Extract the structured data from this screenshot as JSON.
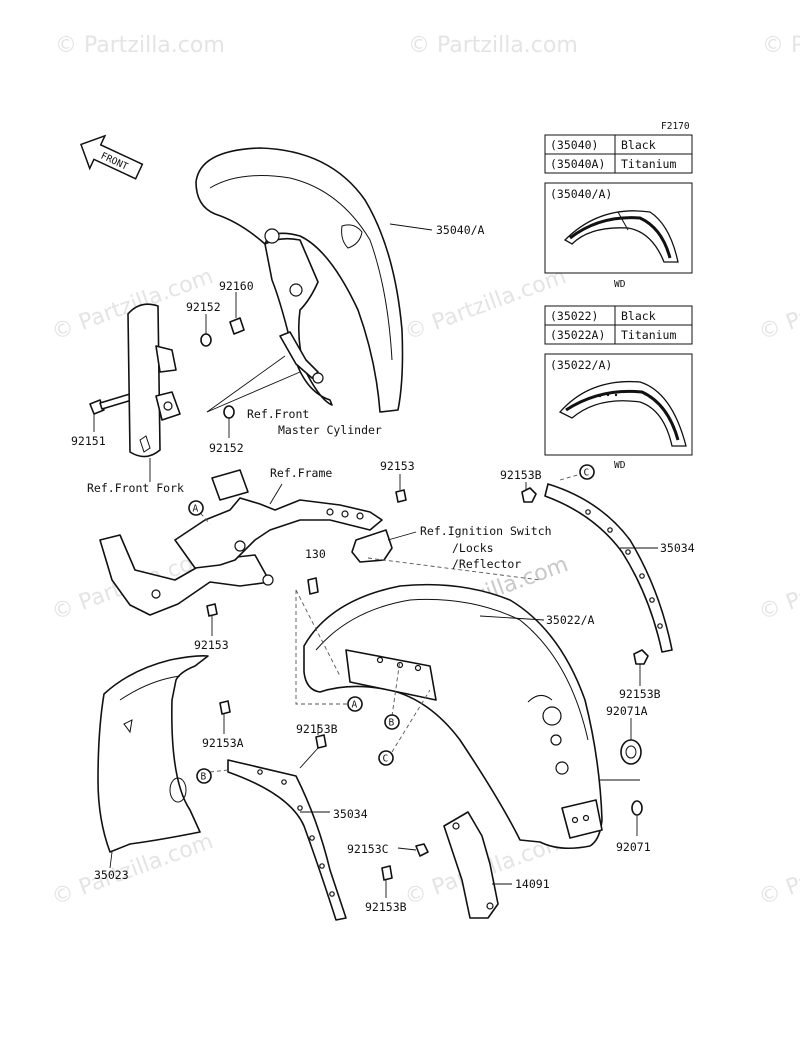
{
  "watermark": "© Partzilla.com",
  "figure_code": "F2170",
  "front_arrow_label": "FRONT",
  "tables": [
    {
      "rows": [
        [
          "(35040)",
          "Black"
        ],
        [
          "(35040A)",
          "Titanium"
        ]
      ]
    },
    {
      "rows": [
        [
          "(35022)",
          "Black"
        ],
        [
          "(35022A)",
          "Titanium"
        ]
      ]
    }
  ],
  "insets": [
    {
      "title": "(35040/A)",
      "caption": "WD"
    },
    {
      "title": "(35022/A)",
      "caption": "WD"
    }
  ],
  "labels": {
    "p35040A": "35040/A",
    "p92160": "92160",
    "p92152_top": "92152",
    "p92151": "92151",
    "p92152_bot": "92152",
    "ref_front_master_1": "Ref.Front",
    "ref_front_master_2": "Master Cylinder",
    "ref_front_fork": "Ref.Front Fork",
    "ref_frame": "Ref.Frame",
    "p92153_top": "92153",
    "p92153B_top": "92153B",
    "ref_ignition_1": "Ref.Ignition Switch",
    "ref_ignition_2": "/Locks",
    "ref_ignition_3": "/Reflector",
    "p35034_right": "35034",
    "p130": "130",
    "p35022A": "35022/A",
    "p92153_mid": "92153",
    "p92153B_right": "92153B",
    "p92071A": "92071A",
    "p92153A": "92153A",
    "p92153B_mid": "92153B",
    "p35034_left": "35034",
    "p92153C": "92153C",
    "p92071": "92071",
    "p35023": "35023",
    "p14091": "14091",
    "p92153B_bot": "92153B"
  },
  "callouts": {
    "a": "A",
    "b": "B",
    "c": "C"
  }
}
